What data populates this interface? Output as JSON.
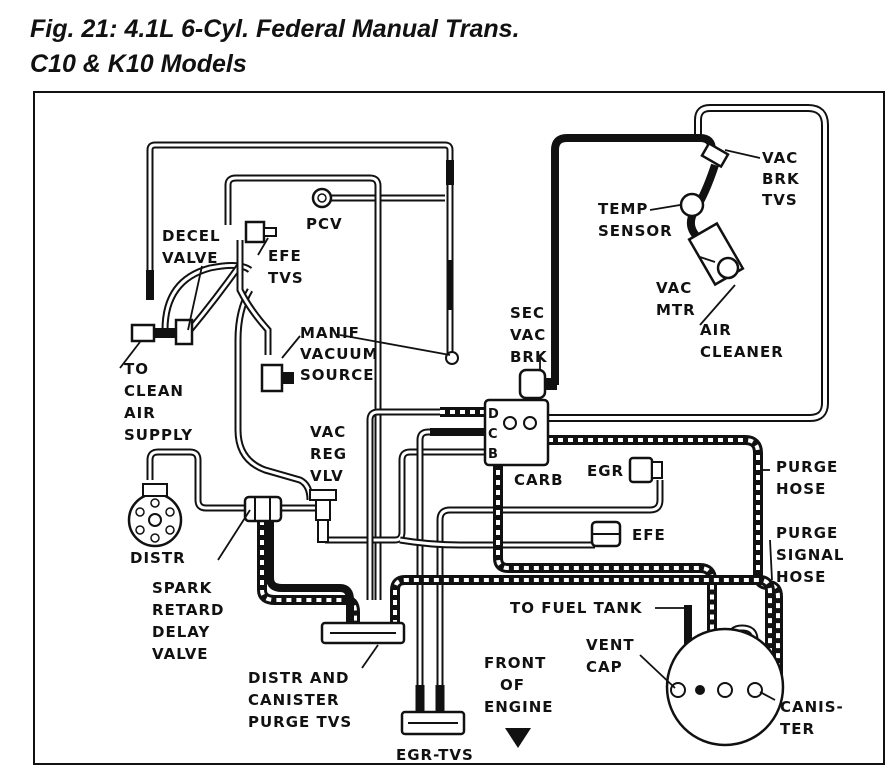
{
  "title": {
    "line1": "Fig. 21:  4.1L 6-Cyl. Federal Manual Trans.",
    "line2": "C10 & K10 Models"
  },
  "labels": {
    "pcv": "PCV",
    "decel_valve": [
      "DECEL",
      "VALVE"
    ],
    "efe_tvs": [
      "EFE",
      "TVS"
    ],
    "manif_vacuum_source": [
      "MANIF",
      "VACUUM",
      "SOURCE"
    ],
    "to_clean_air_supply": [
      "TO",
      "CLEAN",
      "AIR",
      "SUPPLY"
    ],
    "vac_reg_vlv": [
      "VAC",
      "REG",
      "VLV"
    ],
    "distr": "DISTR",
    "spark_retard_delay_valve": [
      "SPARK",
      "RETARD",
      "DELAY",
      "VALVE"
    ],
    "distr_canister_purge_tvs": [
      "DISTR AND",
      "CANISTER",
      "PURGE TVS"
    ],
    "egr_tvs": "EGR-TVS",
    "front_of_engine": [
      "FRONT",
      "OF",
      "ENGINE"
    ],
    "sec_vac_brk": [
      "SEC",
      "VAC",
      "BRK"
    ],
    "carb": "CARB",
    "port_d": "D",
    "port_c": "C",
    "port_b": "B",
    "egr": "EGR",
    "efe": "EFE",
    "to_fuel_tank": "TO FUEL TANK",
    "vent_cap": [
      "VENT",
      "CAP"
    ],
    "canister": [
      "CANIS-",
      "TER"
    ],
    "purge_hose": [
      "PURGE",
      "HOSE"
    ],
    "purge_signal_hose": [
      "PURGE",
      "SIGNAL",
      "HOSE"
    ],
    "temp_sensor": [
      "TEMP",
      "SENSOR"
    ],
    "vac_mtr": [
      "VAC",
      "MTR"
    ],
    "air_cleaner": [
      "AIR",
      "CLEANER"
    ],
    "vac_brk_tvs": [
      "VAC",
      "BRK",
      "TVS"
    ]
  },
  "colors": {
    "ink": "#111111",
    "paper": "#ffffff"
  }
}
